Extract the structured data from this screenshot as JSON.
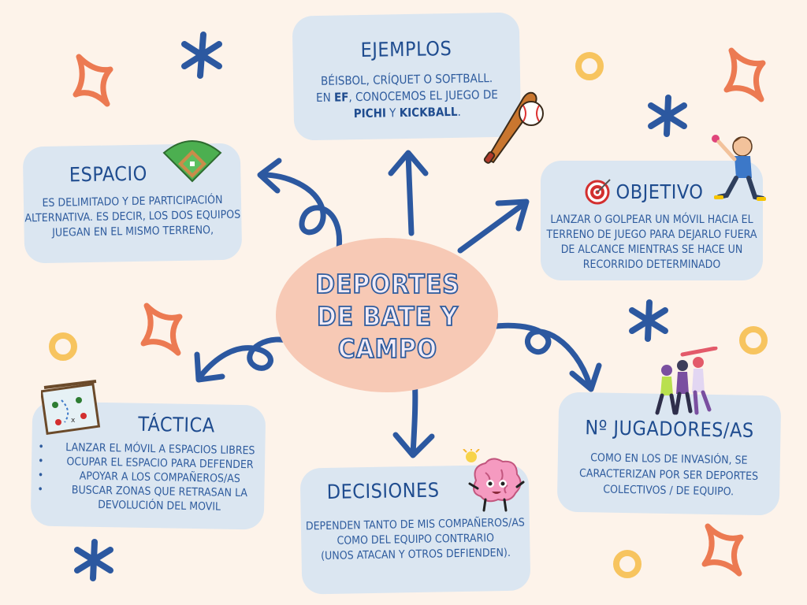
{
  "center": {
    "title": "DEPORTES DE BATE Y CAMPO"
  },
  "ejemplos": {
    "title": "EJEMPLOS",
    "line1": "BÉISBOL, CRÍQUET O SOFTBALL.",
    "line2_a": "EN ",
    "line2_b": "EF",
    "line2_c": ", CONOCEMOS EL JUEGO DE",
    "line3_a": "PICHI",
    "line3_b": " Y ",
    "line3_c": "KICKBALL",
    "line3_d": "."
  },
  "espacio": {
    "title": "ESPACIO",
    "text": "ES DELIMITADO Y DE PARTICIPACIÓN ALTERNATIVA. ES DECIR, LOS DOS EQUIPOS JUEGAN EN EL MISMO TERRENO,"
  },
  "objetivo": {
    "title": "OBJETIVO",
    "text": "LANZAR O GOLPEAR UN MÓVIL HACIA EL TERRENO DE JUEGO PARA DEJARLO FUERA DE ALCANCE MIENTRAS SE HACE UN RECORRIDO DETERMINADO"
  },
  "tactica": {
    "title": "TÁCTICA",
    "items": [
      "LANZAR EL MÓVIL A ESPACIOS LIBRES",
      "OCUPAR EL ESPACIO PARA DEFENDER",
      "APOYAR A LOS COMPAÑEROS/AS",
      "BUSCAR ZONAS QUE RETRASAN LA DEVOLUCIÓN DEL MOVIL"
    ]
  },
  "jugadores": {
    "title": "Nº JUGADORES/AS",
    "text": "COMO EN LOS DE INVASIÓN, SE CARACTERIZAN POR SER DEPORTES COLECTIVOS / DE EQUIPO."
  },
  "decisiones": {
    "title": "DECISIONES",
    "text": "DEPENDEN TANTO DE MIS COMPAÑEROS/AS COMO DEL EQUIPO CONTRARIO",
    "text2": "(UNOS ATACAN Y OTROS DEFIENDEN)."
  },
  "colors": {
    "background": "#fdf3ea",
    "box": "#dbe6f1",
    "text": "#2f5c9e",
    "arrow": "#2c58a0",
    "center": "#f7c9b5",
    "sparkle_orange": "#ec7a52",
    "ring_yellow": "#f7c45f"
  },
  "icons": [
    "baseball-bat-icon",
    "baseball-field-icon",
    "target-icon",
    "kid-throwing-icon",
    "tactics-board-icon",
    "players-group-icon",
    "brain-icon"
  ]
}
